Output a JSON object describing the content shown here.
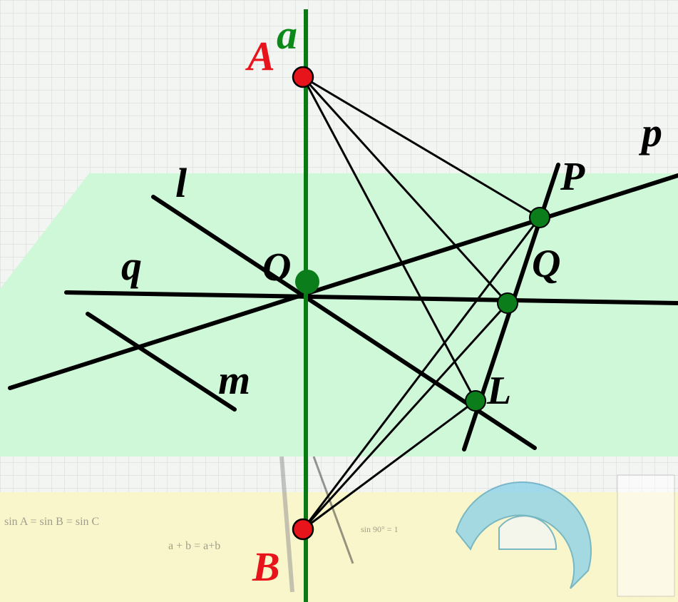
{
  "colors": {
    "plane": "#cff8d8",
    "axis": "#0a7a14",
    "line": "#000000",
    "point_red": "#e8141c",
    "point_green": "#0b7d1a",
    "label_black": "#000000",
    "label_red": "#e8141c",
    "label_green": "#0b8a1a",
    "grid": "#d6d8d6",
    "footer_strip": "#fbf6c8",
    "protractor": "#8fd3e8"
  },
  "labels": {
    "a": "a",
    "A": "A",
    "B": "B",
    "O": "O",
    "P": "P",
    "Q": "Q",
    "L": "L",
    "p": "p",
    "q": "q",
    "l": "l",
    "m": "m"
  }
}
